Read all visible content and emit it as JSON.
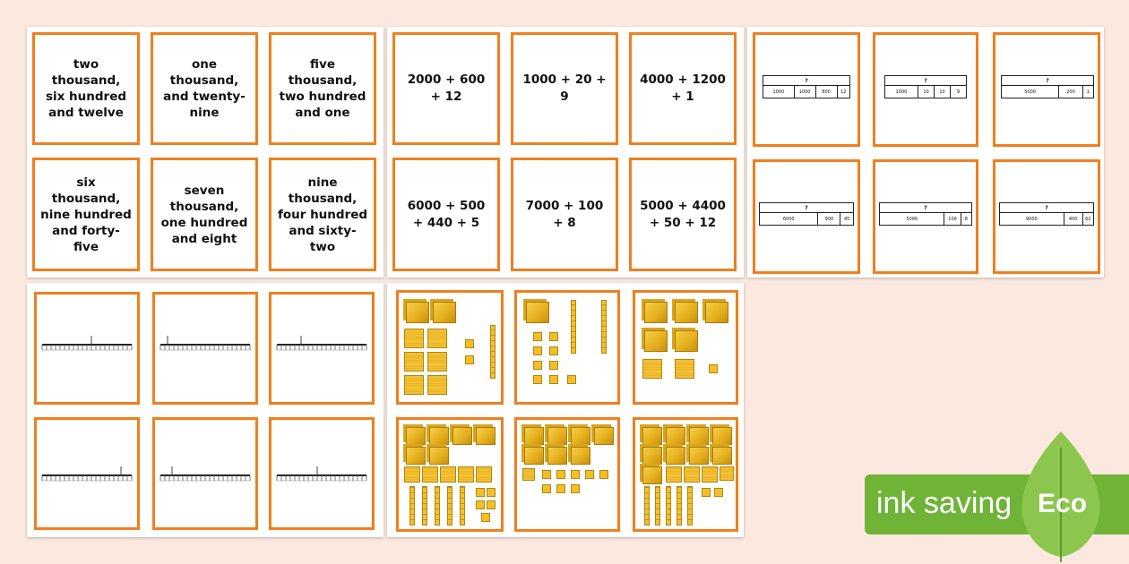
{
  "word_cards": [
    {
      "text": "two thousand, six hundred and twelve"
    },
    {
      "text": "one thousand, and twenty-nine"
    },
    {
      "text": "five thousand, two hundred and one"
    },
    {
      "text": "six thousand, nine hundred and forty-five"
    },
    {
      "text": "seven thousand, one hundred and eight"
    },
    {
      "text": "nine thousand, four hundred and sixty-two"
    }
  ],
  "sum_cards": [
    {
      "text": "2000 + 600 + 12"
    },
    {
      "text": "1000 + 20 + 9"
    },
    {
      "text": "4000 + 1200 + 1"
    },
    {
      "text": "6000 + 500 + 440 + 5"
    },
    {
      "text": "7000 + 100 + 8"
    },
    {
      "text": "5000 + 4400 + 50 + 12"
    }
  ],
  "bar_cards": [
    {
      "whole": "?",
      "parts": [
        "1000",
        "1000",
        "600",
        "12"
      ]
    },
    {
      "whole": "?",
      "parts": [
        "1000",
        "10",
        "10",
        "9"
      ]
    },
    {
      "whole": "?",
      "parts": [
        "5000",
        "200",
        "1"
      ]
    },
    {
      "whole": "?",
      "parts": [
        "6000",
        "900",
        "45"
      ]
    },
    {
      "whole": "?",
      "parts": [
        "5000",
        "100",
        "8"
      ]
    },
    {
      "whole": "?",
      "parts": [
        "9000",
        "400",
        "62"
      ]
    }
  ],
  "eco_badge": {
    "ink_saving": "ink saving",
    "eco": "Eco"
  },
  "colors": {
    "card_border": "#f07f1e",
    "background": "#fbe9df",
    "eco_green": "#6fb337"
  }
}
